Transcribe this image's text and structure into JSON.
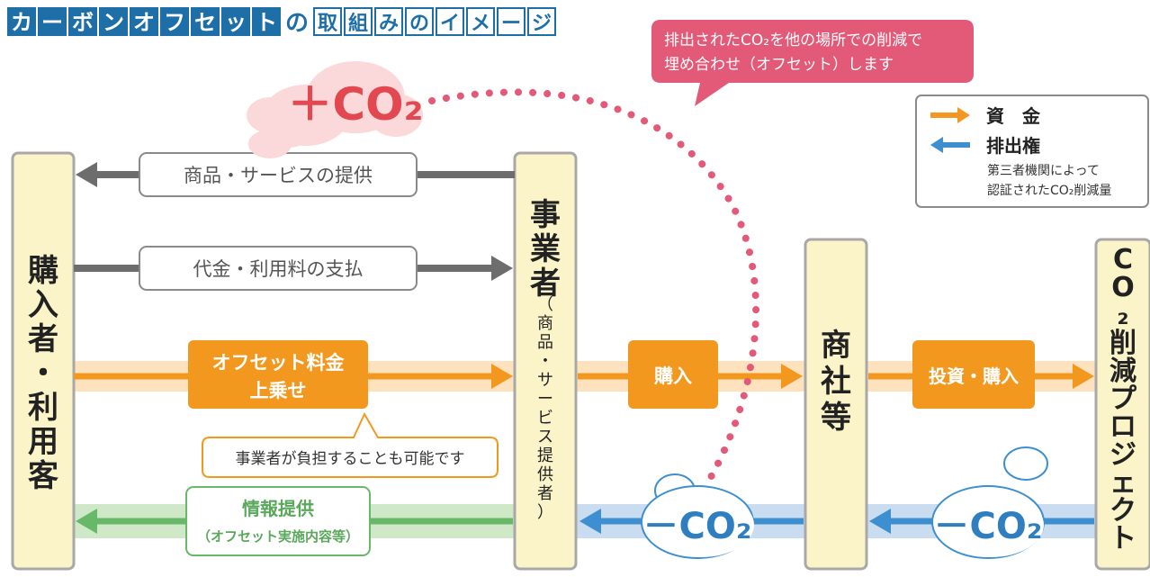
{
  "title": {
    "chars": [
      "カ",
      "ー",
      "ボ",
      "ン",
      "オ",
      "フ",
      "セ",
      "ッ",
      "ト",
      "の",
      "取",
      "組",
      "み",
      "の",
      "イ",
      "メ",
      "ー",
      "ジ"
    ],
    "styles": [
      "box",
      "box",
      "box",
      "box",
      "box",
      "box",
      "box",
      "box",
      "box",
      "plain",
      "outline",
      "outline",
      "outline",
      "outline",
      "outline",
      "outline",
      "outline",
      "outline"
    ]
  },
  "colors": {
    "title_blue": "#1e6ea8",
    "money_orange": "#f3981e",
    "credit_blue": "#3d8fcf",
    "gray_arrow": "#6d6d6d",
    "green": "#68b86a",
    "pink": "#e35a78",
    "pillar_fill": "#fbf4c9",
    "pillar_stroke": "#9a9a9a"
  },
  "callout_top": {
    "lines": [
      "排出されたCO₂を他の場所での削減で",
      "埋め合わせ（オフセット）します"
    ]
  },
  "legend": {
    "money": {
      "icon": "orange-arrow-icon",
      "label": "資　金"
    },
    "credit": {
      "icon": "blue-arrow-icon",
      "label": "排出権",
      "note_lines": [
        "第三者機関によって",
        "認証されたCO₂削減量"
      ]
    }
  },
  "plus_co2": "＋CO₂",
  "minus_co2_left": "－CO₂",
  "minus_co2_right": "－CO₂",
  "pillars": {
    "customer": [
      "購",
      "入",
      "者",
      "・",
      "利",
      "用",
      "客"
    ],
    "business_main": [
      "事",
      "業",
      "者"
    ],
    "business_sub": [
      "（",
      "商",
      "品",
      "・",
      "サ",
      "ー",
      "ビ",
      "ス",
      "提",
      "供",
      "者",
      "）"
    ],
    "trading": [
      "商",
      "社",
      "等"
    ],
    "project": [
      "C",
      "O",
      "₂",
      "削",
      "減",
      "プ",
      "ロ",
      "ジ",
      "ェ",
      "ク",
      "ト"
    ]
  },
  "flows": {
    "provide_goods": "商品・サービスの提供",
    "payment": "代金・利用料の支払",
    "offset_fee_lines": [
      "オフセット料金",
      "上乗せ"
    ],
    "purchase": "購入",
    "invest_purchase": "投資・購入",
    "burden_note": "事業者が負担することも可能です",
    "info_lines": [
      "情報提供",
      "（オフセット実施内容等）"
    ]
  }
}
